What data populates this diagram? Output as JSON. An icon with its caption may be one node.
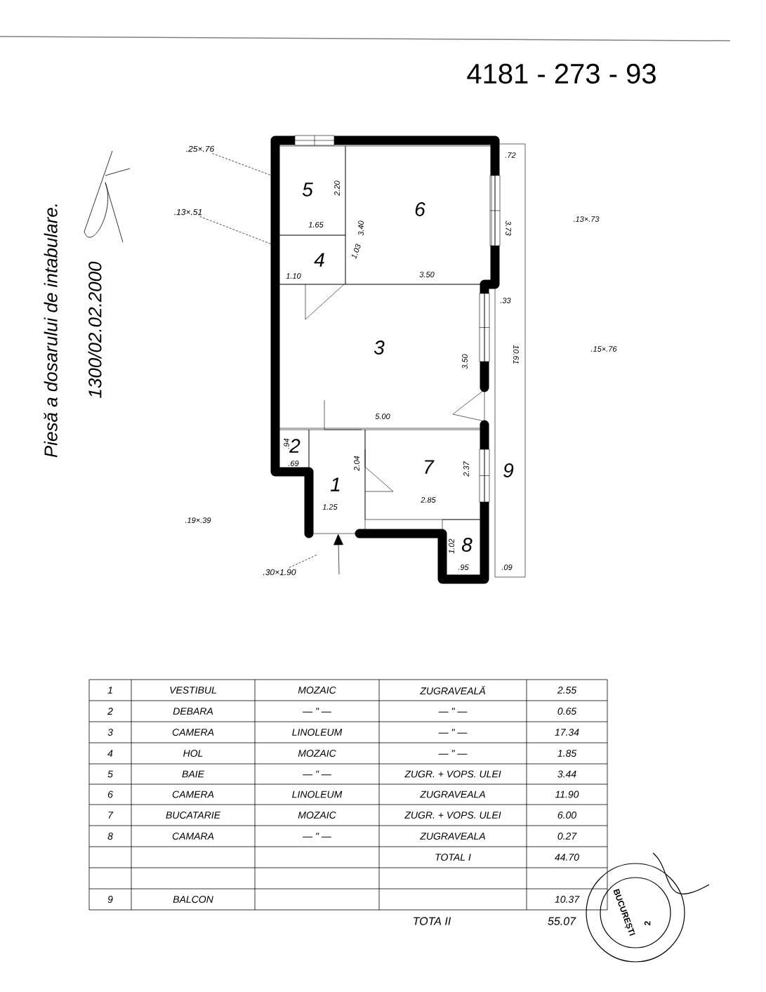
{
  "diagram": {
    "nodes": [
      {
        "text": [
          "1"
        ]
      },
      {
        "text": [
          "2"
        ]
      },
      {
        "text": [
          "3"
        ]
      },
      {
        "text": [
          "4"
        ]
      },
      {
        "text": [
          "5"
        ]
      },
      {
        "text": [
          "6"
        ]
      },
      {
        "text": [
          "7"
        ]
      },
      {
        "text": [
          "8"
        ]
      },
      {
        "text": [
          "9"
        ]
      },
      {
        "text": [
          ".25×.76"
        ]
      },
      {
        "text": [
          ".13×.51"
        ]
      },
      {
        "text": [
          ".30×1.90"
        ]
      }
    ],
    "edges": [
      {
        "from": 9,
        "to": 4,
        "arrow": "none",
        "style": "dashed"
      },
      {
        "from": 10,
        "to": 3,
        "arrow": "none",
        "style": "dashed"
      },
      {
        "from": 11,
        "to": null,
        "arrow": "none",
        "style": "dashed"
      },
      {
        "from": null,
        "to": 0,
        "arrow": "to"
      }
    ],
    "labels": [
      "4181 - 273 - 93",
      "Piesă a dosarului de intabulare.",
      "1300/02.02.2000",
      ".72",
      "2.20",
      "1.65",
      "3.40",
      "3.73",
      "1.03",
      "1.10",
      "3.50",
      ".33",
      "3.50",
      "10.61",
      "5.00",
      ".94",
      ".69",
      "2.04",
      "1.25",
      "2.85",
      "2.37",
      "1.02",
      ".95",
      ".09",
      ".13×.73",
      ".15×.76",
      ".19×.39",
      "1",
      "VESTIBUL",
      "MOZAIC",
      "ZUGRAVEALĂ",
      "2.55",
      "2",
      "DEBARA",
      "— \" —",
      "— \" —",
      "0.65",
      "3",
      "CAMERA",
      "LINOLEUM",
      "— \" —",
      "17.34",
      "4",
      "HOL",
      "MOZAIC",
      "— \" —",
      "1.85",
      "5",
      "BAIE",
      "— \" —",
      "ZUGR. + VOPS. ULEI",
      "3.44",
      "6",
      "CAMERA",
      "LINOLEUM",
      "ZUGRAVEALA",
      "11.90",
      "7",
      "BUCATARIE",
      "MOZAIC",
      "ZUGR. + VOPS. ULEI",
      "6.00",
      "8",
      "CAMARA",
      "— \" —",
      "ZUGRAVEALA",
      "0.27",
      "TOTAL I",
      "44.70",
      "9",
      "BALCON",
      "10.37",
      "TOTA II",
      "55.07",
      "2",
      "BUCUREȘTI"
    ]
  }
}
